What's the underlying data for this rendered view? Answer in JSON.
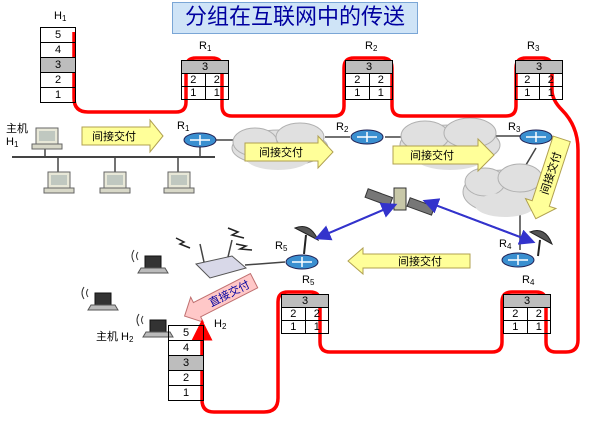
{
  "title": "分组在互联网中的传送",
  "hosts": {
    "h1": {
      "label": "H",
      "sub": "1",
      "layers": [
        "5",
        "4",
        "3",
        "2",
        "1"
      ]
    },
    "h2": {
      "label": "H",
      "sub": "2",
      "layers": [
        "5",
        "4",
        "3",
        "2",
        "1"
      ]
    },
    "h1_caption_line1": "主机",
    "h1_caption_line2": "H",
    "h1_caption_sub": "1",
    "h2_caption": "主机 H",
    "h2_caption_sub": "2"
  },
  "routers": {
    "r1": {
      "label": "R",
      "sub": "1"
    },
    "r2": {
      "label": "R",
      "sub": "2"
    },
    "r3": {
      "label": "R",
      "sub": "3"
    },
    "r4": {
      "label": "R",
      "sub": "4"
    },
    "r5": {
      "label": "R",
      "sub": "5"
    },
    "router_layers": {
      "top": "3",
      "mid": "2",
      "bottom": "1"
    }
  },
  "arrows": {
    "indirect": "间接交付",
    "direct": "直接交付"
  },
  "colors": {
    "path": "#ff0000",
    "arrow_fill": "#ffff99",
    "arrow_stroke": "#b0a050",
    "title_bg": "#cfe4f7",
    "title_text": "#0000a0",
    "link_blue": "#3333cc"
  }
}
